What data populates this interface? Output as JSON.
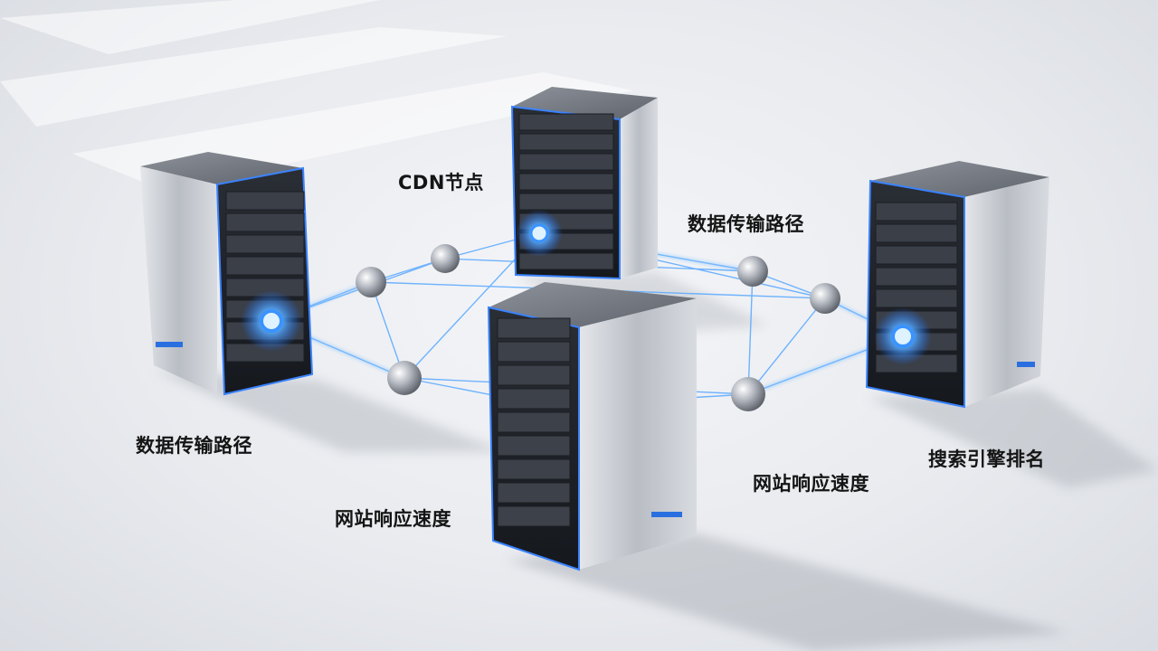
{
  "labels": {
    "cdn_node": "CDN节点",
    "transfer_path_right": "数据传输路径",
    "transfer_path_left": "数据传输路径",
    "response_speed_center": "网站响应速度",
    "response_speed_right": "网站响应速度",
    "search_ranking": "搜索引擎排名"
  },
  "colors": {
    "accent_glow": "#2f7cff",
    "server_metal": "#c9ccd2",
    "floor": "#eceef2"
  },
  "icons": [
    "server-icon",
    "network-node-icon",
    "link-line-icon"
  ]
}
